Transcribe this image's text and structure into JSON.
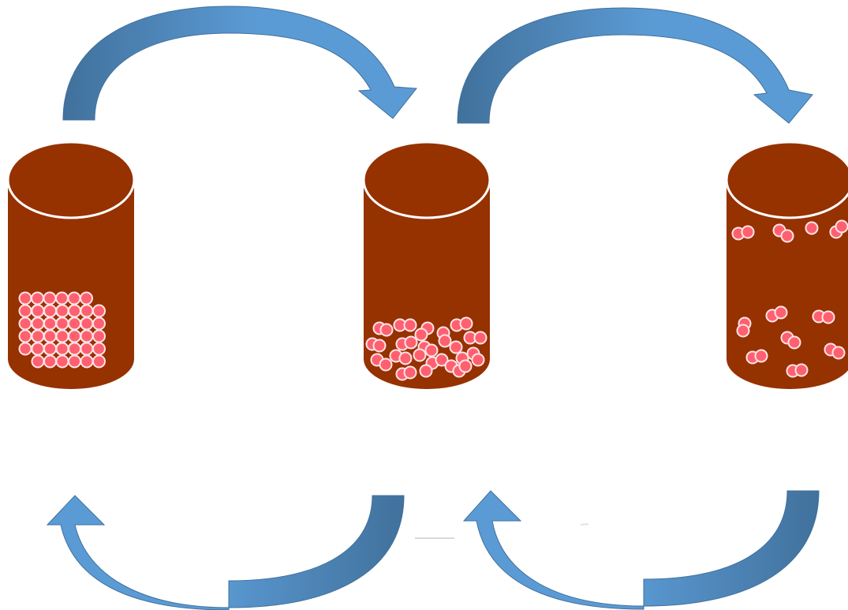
{
  "diagram": {
    "kind": "phase-transition-cycle",
    "states": [
      {
        "id": "solid",
        "particle_arrangement": "packed-lattice"
      },
      {
        "id": "liquid",
        "particle_arrangement": "close-disordered"
      },
      {
        "id": "gas",
        "particle_arrangement": "spread-out"
      }
    ],
    "arrows": [
      {
        "id": "arrow-solid-to-liquid",
        "from": "solid",
        "to": "liquid"
      },
      {
        "id": "arrow-liquid-to-gas",
        "from": "liquid",
        "to": "gas"
      },
      {
        "id": "arrow-liquid-to-solid",
        "from": "liquid",
        "to": "solid"
      },
      {
        "id": "arrow-gas-to-liquid",
        "from": "gas",
        "to": "liquid"
      }
    ]
  },
  "colors": {
    "container_body": "#963100",
    "container_rim": "#ffffff",
    "particle_fill": "#ff6070",
    "particle_stroke": "#ffe4e6",
    "arrow_light": "#5b9bd5",
    "arrow_dark": "#41719c",
    "background": "#ffffff"
  }
}
